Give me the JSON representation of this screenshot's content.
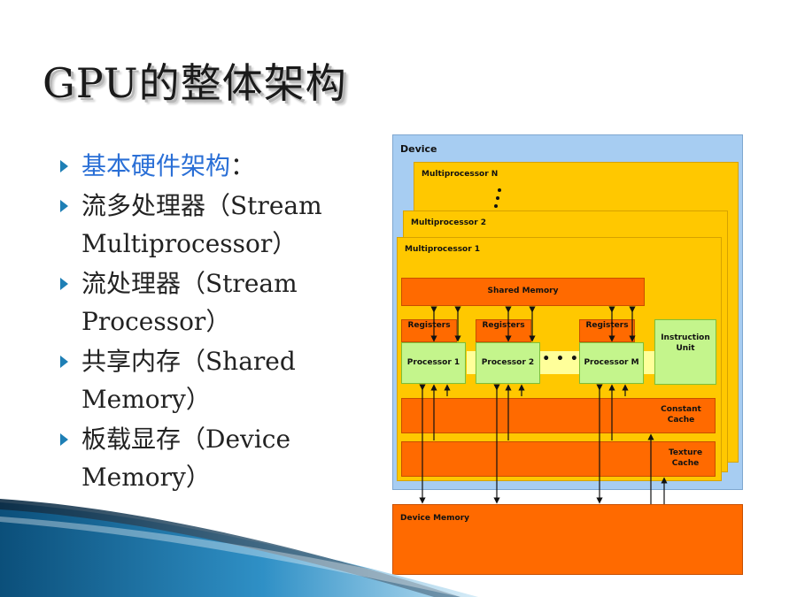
{
  "slide": {
    "title": "GPU的整体架构",
    "bullets": [
      {
        "text": "基本硬件架构",
        "suffix": "："
      },
      {
        "text": "流多处理器（Stream Multiprocessor）",
        "suffix": ""
      },
      {
        "text": "流处理器（Stream Processor）",
        "suffix": ""
      },
      {
        "text": "共享内存（Shared Memory）",
        "suffix": ""
      },
      {
        "text": "板载显存（Device Memory）",
        "suffix": ""
      }
    ]
  },
  "diagram": {
    "device_label": "Device",
    "multiprocessor_n": "Multiprocessor N",
    "multiprocessor_2": "Multiprocessor 2",
    "multiprocessor_1": "Multiprocessor 1",
    "shared_memory": "Shared Memory",
    "registers": [
      "Registers",
      "Registers",
      "Registers"
    ],
    "processors": [
      "Processor 1",
      "Processor 2",
      "Processor M"
    ],
    "ellipsis": "• • •",
    "instruction_unit": "Instruction Unit",
    "constant_cache": "Constant Cache",
    "texture_cache": "Texture Cache",
    "device_memory": "Device Memory"
  },
  "colors": {
    "bullet_arrow": "#1e7fb5",
    "highlight_text": "#2a6fd6",
    "device_bg": "#a7cdf2",
    "multiprocessor_bg": "#ffc800",
    "memory_orange": "#ff6a00",
    "processor_green": "#c4f58c"
  }
}
